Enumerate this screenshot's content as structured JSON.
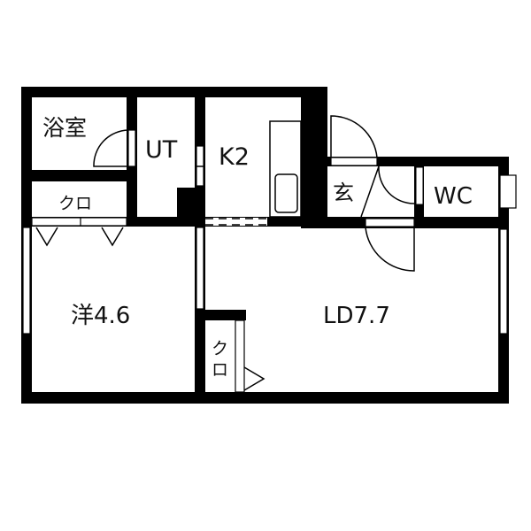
{
  "rooms": {
    "bath": "浴室",
    "utility": "UT",
    "kitchen": "K2",
    "entrance": "玄",
    "toilet": "WC",
    "closet_top": "クロ",
    "western_room": "洋4.6",
    "living_dining": "LD7.7",
    "closet_small_1": "ク",
    "closet_small_2": "ロ"
  },
  "colors": {
    "wall": "#000000",
    "background": "#ffffff"
  }
}
